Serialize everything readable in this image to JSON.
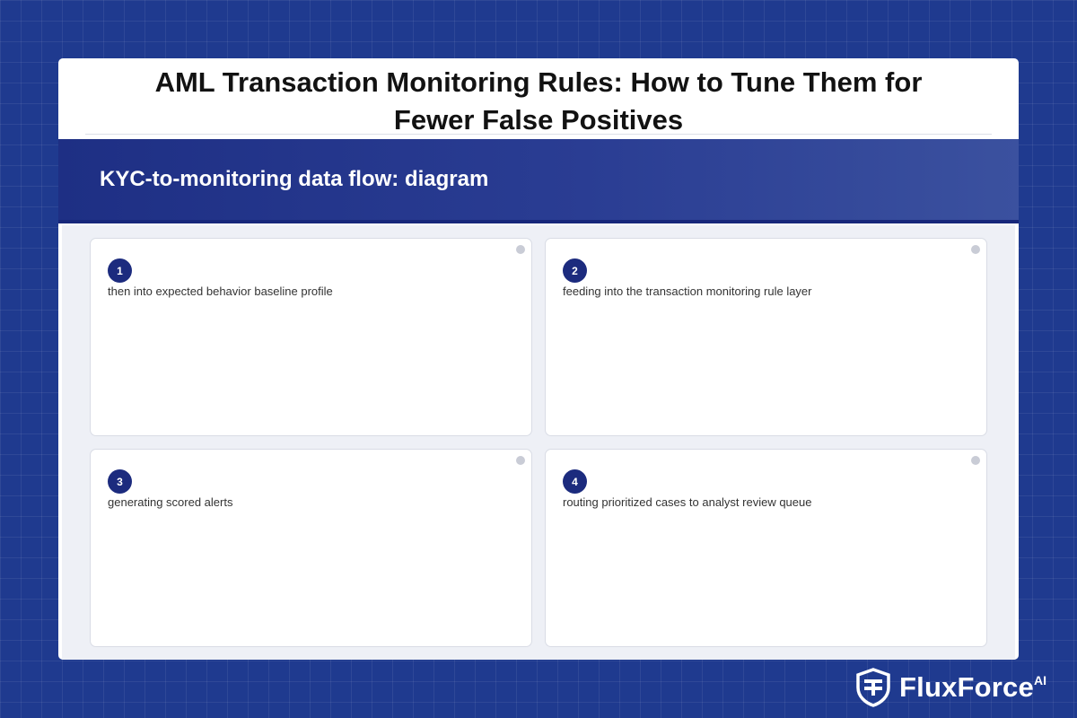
{
  "page": {
    "title": "AML Transaction Monitoring Rules: How to Tune Them for Fewer False Positives"
  },
  "section": {
    "title": "KYC-to-monitoring data flow: diagram"
  },
  "steps": [
    {
      "number": "1",
      "text": "then into expected behavior baseline profile"
    },
    {
      "number": "2",
      "text": "feeding into the transaction monitoring rule layer"
    },
    {
      "number": "3",
      "text": "generating scored alerts"
    },
    {
      "number": "4",
      "text": "routing prioritized cases to analyst review queue"
    }
  ],
  "brand": {
    "name": "FluxForce",
    "suffix": "AI",
    "icon": "shield-logo-icon"
  },
  "colors": {
    "background": "#1f3a8f",
    "header_bar": "#1e2f84",
    "step_badge": "#1c2b7e"
  }
}
